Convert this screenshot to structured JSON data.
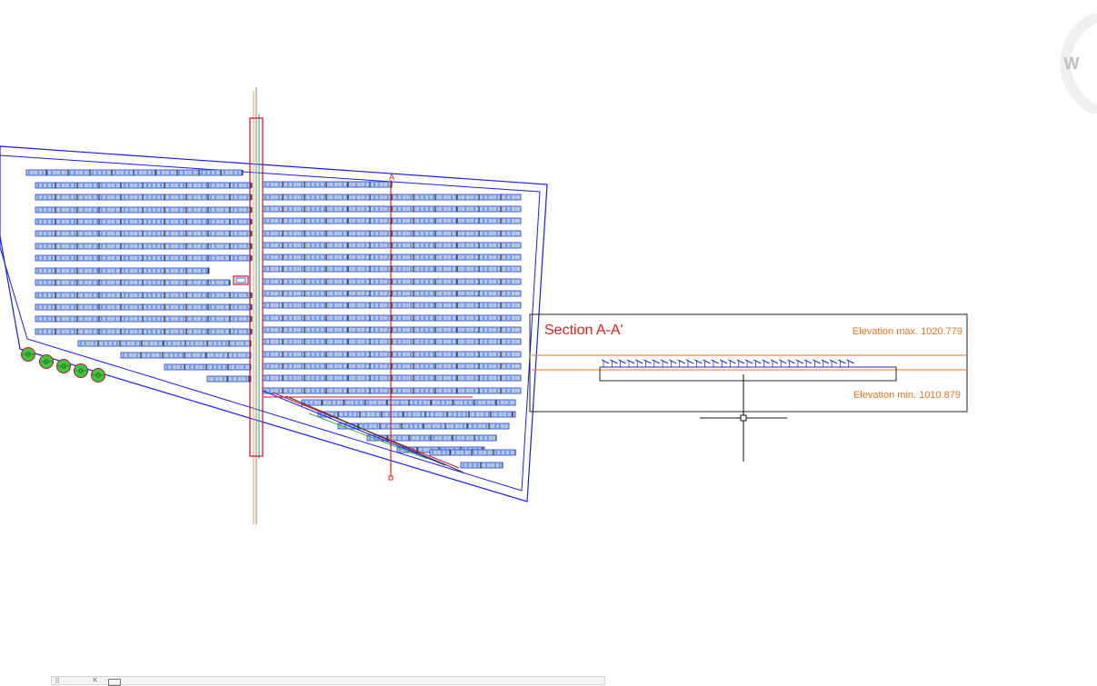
{
  "section": {
    "title": "Section A-A'",
    "elev_max_label": "Elevation max. 1020.779",
    "elev_min_label": "Elevation min. 1010.879",
    "marker_label": "A"
  },
  "viewcube": {
    "label": "W"
  },
  "command_line": {
    "grip": "⠿",
    "close": "✕",
    "placeholder": ""
  },
  "colors": {
    "site_boundary": "#1a1aff",
    "section_line": "#e41a1c",
    "road_outline": "#c8102e",
    "panel_fill": "#aecbf2",
    "panel_stroke": "#1d3bd0",
    "panel_accent": "#d48b5a",
    "elevation_line": "#e8731a",
    "tree_fill": "#3fc63f",
    "tree_stroke": "#c8102e"
  },
  "icons": {
    "crosshair": "crosshair-cursor-icon",
    "compass": "viewcube-compass-icon"
  }
}
